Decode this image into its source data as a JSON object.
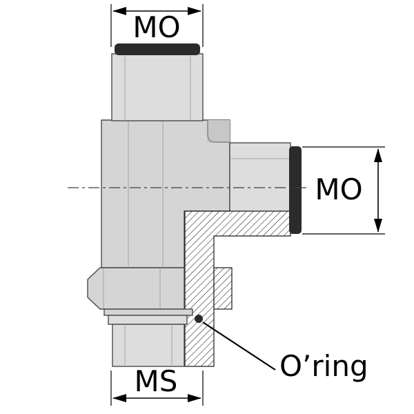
{
  "diagram": {
    "labels": {
      "dim_top": "MO",
      "dim_right": "MO",
      "dim_bottom": "MS",
      "oring_callout": "O’ring"
    },
    "colors": {
      "background": "#ffffff",
      "body_fill": "#d5d5d5",
      "body_fill_light": "#dddddd",
      "body_fill_shadow": "#c7c7c7",
      "seal_dark": "#2b2b2b",
      "outline": "#4a4a4a",
      "dimension_line": "#000000",
      "hatch_line": "#1a1a1a"
    }
  }
}
